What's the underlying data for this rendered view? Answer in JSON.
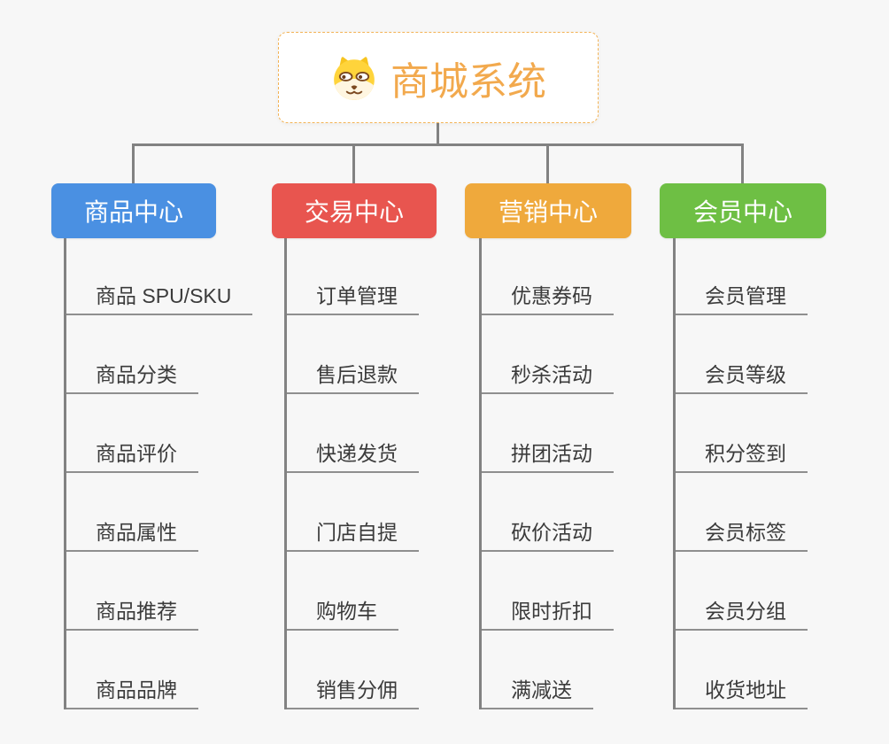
{
  "background_color": "#f7f7f7",
  "connector_color": "#828282",
  "root": {
    "title": "商城系统",
    "title_color": "#f2a94d",
    "border_color": "#f3b355",
    "icon": "dog-face-icon"
  },
  "branches": [
    {
      "label": "商品中心",
      "color": "#4a90e2",
      "items": [
        "商品 SPU/SKU",
        "商品分类",
        "商品评价",
        "商品属性",
        "商品推荐",
        "商品品牌"
      ]
    },
    {
      "label": "交易中心",
      "color": "#e8554f",
      "items": [
        "订单管理",
        "售后退款",
        "快递发货",
        "门店自提",
        "购物车",
        "销售分佣"
      ]
    },
    {
      "label": "营销中心",
      "color": "#efa93c",
      "items": [
        "优惠券码",
        "秒杀活动",
        "拼团活动",
        "砍价活动",
        "限时折扣",
        "满减送"
      ]
    },
    {
      "label": "会员中心",
      "color": "#6ebf44",
      "items": [
        "会员管理",
        "会员等级",
        "积分签到",
        "会员标签",
        "会员分组",
        "收货地址"
      ]
    }
  ]
}
